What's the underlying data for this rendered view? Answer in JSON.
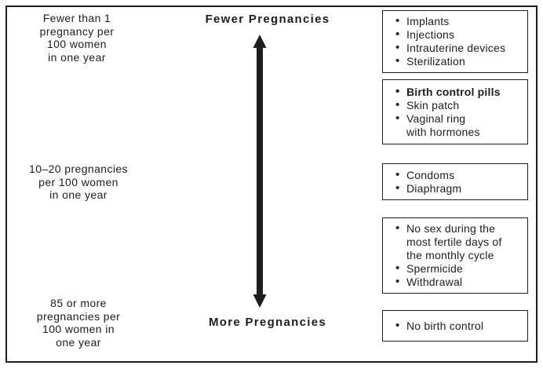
{
  "figure": {
    "left_rate_labels": [
      {
        "lines": [
          "Fewer than 1",
          "pregnancy per",
          "100 women",
          "in one year"
        ]
      },
      {
        "lines": [
          "10–20 pregnancies",
          "per 100 women",
          "in one year"
        ]
      },
      {
        "lines": [
          "85 or more",
          "pregnancies per",
          "100 women in",
          "one year"
        ]
      }
    ],
    "axis": {
      "top_label": "Fewer Pregnancies",
      "bottom_label": "More Pregnancies",
      "arrow_icon": "double-headed-vertical-arrow"
    },
    "method_boxes": [
      {
        "items": [
          "Implants",
          "Injections",
          "Intrauterine devices",
          "Sterilization"
        ]
      },
      {
        "items": [
          "Birth control pills",
          "Skin patch",
          "Vaginal ring\nwith hormones"
        ]
      },
      {
        "items": [
          "Condoms",
          "Diaphragm"
        ]
      },
      {
        "items": [
          "No sex during the\nmost fertile days of\nthe monthly cycle",
          "Spermicide",
          "Withdrawal"
        ]
      },
      {
        "items": [
          "No birth control"
        ]
      }
    ],
    "colors": {
      "ink": "#1d1d1d",
      "background": "#ffffff"
    }
  }
}
